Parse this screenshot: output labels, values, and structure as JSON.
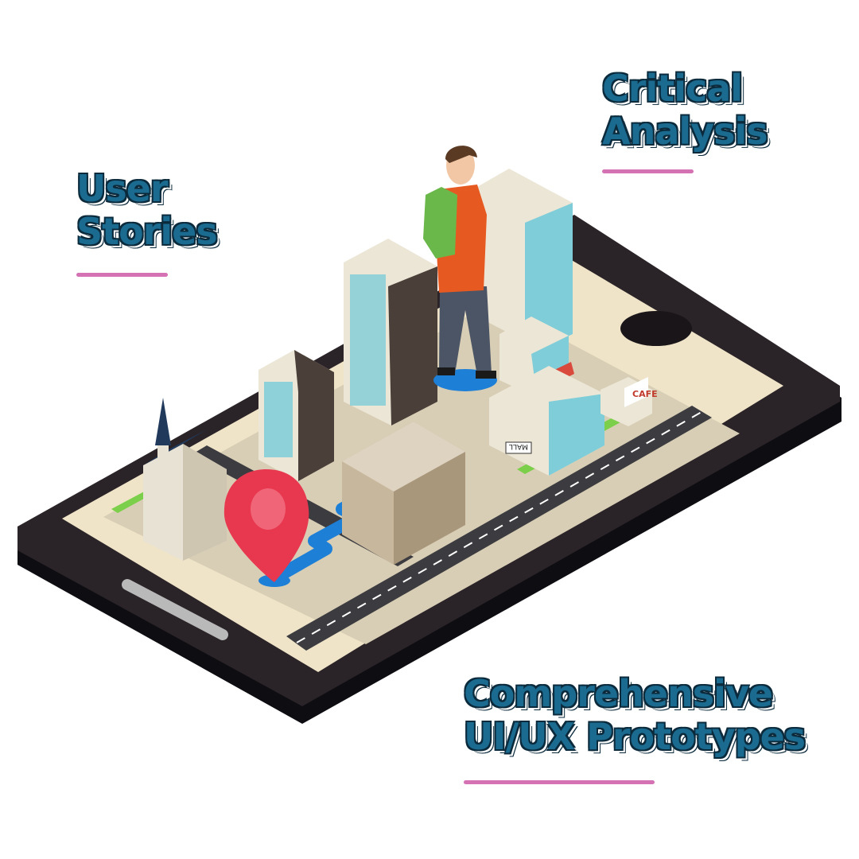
{
  "theme": {
    "heading_color": "#1b6a8f",
    "heading_outline": "#0b2a3c",
    "underline_color": "#d472b3"
  },
  "labels": {
    "user_stories": {
      "line1": "User",
      "line2": "Stories"
    },
    "critical_analysis": {
      "line1": "Critical",
      "line2": "Analysis"
    },
    "prototypes": {
      "line1": "Comprehensive",
      "line2": "UI/UX Prototypes"
    }
  },
  "illustration": {
    "cafe_sign": "CAFE",
    "mall_sign": "MALL"
  }
}
